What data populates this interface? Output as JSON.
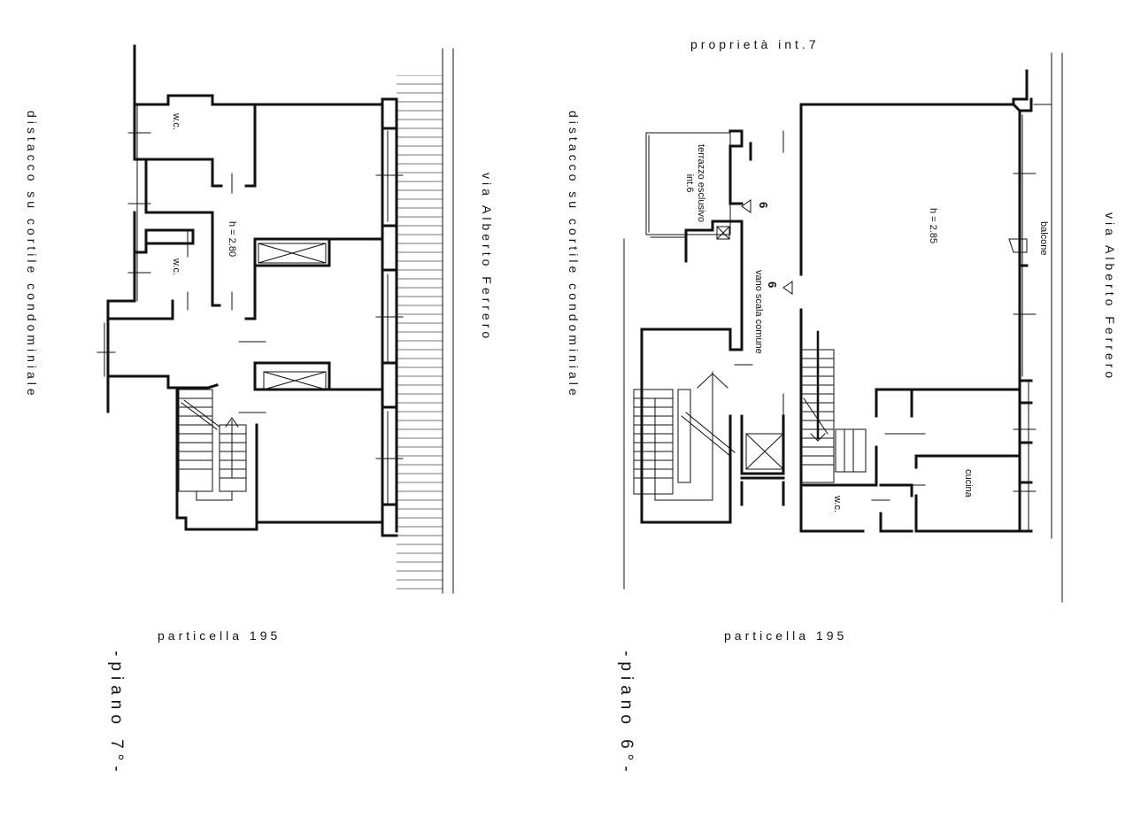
{
  "plans": [
    {
      "floor_label": "-piano 7°-",
      "parcel": "particella 195",
      "courtyard": "distacco su cortile condominiale",
      "street": "via Alberto Ferrero",
      "height": "h = 2.80",
      "wc_upper": "w.c.",
      "wc_lower": "w.c."
    },
    {
      "floor_label": "-piano 6°-",
      "parcel": "particella 195",
      "courtyard": "distacco su cortile condominiale",
      "street": "via Alberto Ferrero",
      "height": "h = 2.85",
      "neighbor": "proprietà int.7",
      "terrace": "terrazzo esclusivo int.6",
      "stair": "vano scala comune",
      "unit_number_top": "6",
      "unit_number_mid": "6",
      "balcony": "balcone",
      "kitchen": "cucina",
      "wc": "w.c."
    }
  ]
}
